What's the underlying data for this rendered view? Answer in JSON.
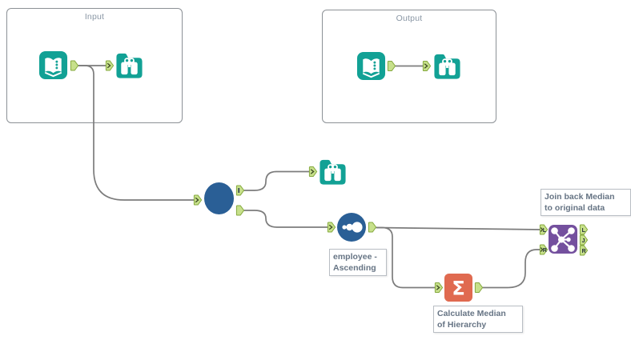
{
  "palette": {
    "tool_teal": "#12a195",
    "tool_blue": "#2a5f96",
    "tool_salmon": "#e06a50",
    "tool_purple": "#74509e",
    "anchor_green": "#c7e08b",
    "anchor_border": "#85a93e",
    "wire_gray": "#7c7c7c",
    "annotation_text": "#667484",
    "container_label_gray": "#8a97a5"
  },
  "containers": {
    "input": {
      "label": "Input"
    },
    "output": {
      "label": "Output"
    }
  },
  "icons": {
    "sigma_glyph": "Σ",
    "input_data": "open-book-icon",
    "browse": "binoculars-icon",
    "sort": "three-dots-circle-icon",
    "summarize": "sigma-icon",
    "join": "network-nodes-icon"
  },
  "annotations": {
    "sort": "employee -\nAscending",
    "summarize": "Calculate Median\nof Hierarchy",
    "join": "Join back Median\nto original data"
  },
  "join_anchor_labels": {
    "in_left": "L",
    "in_right": "R",
    "out_left": "L",
    "out_join": "J",
    "out_right": "R"
  }
}
